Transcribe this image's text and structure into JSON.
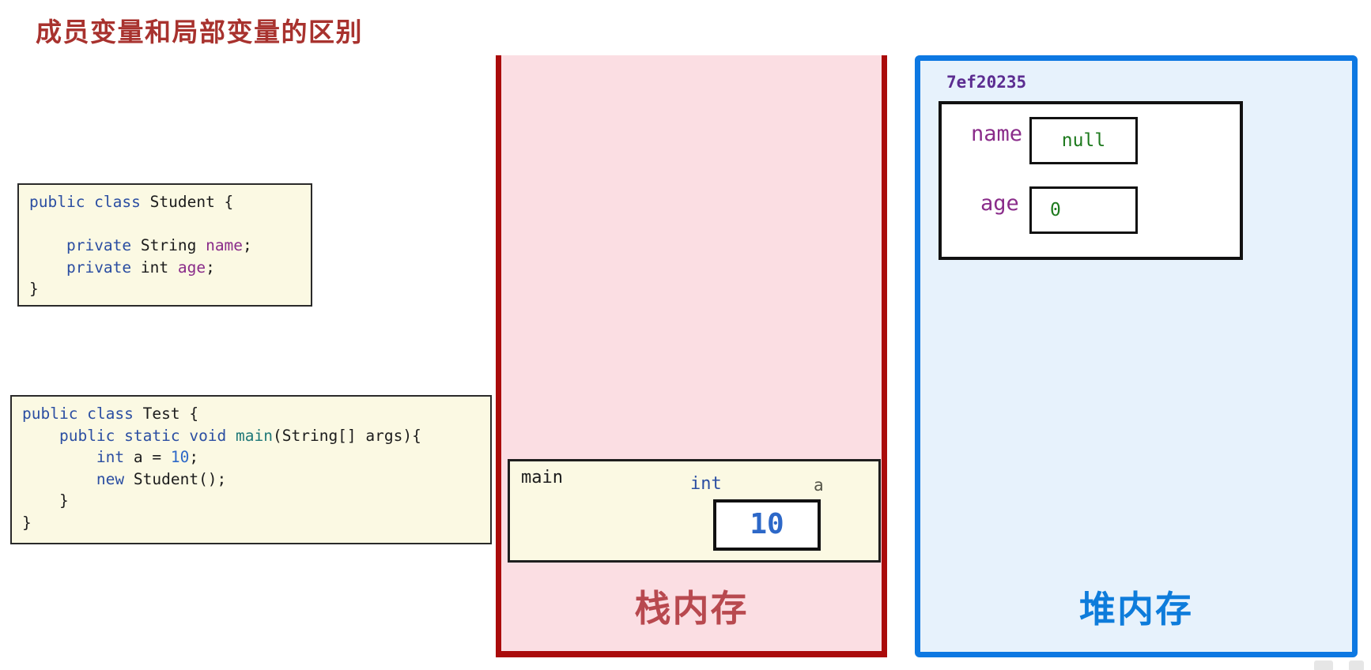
{
  "palette": {
    "title_red": "#A8322E",
    "kw": "#2B4EA2",
    "method": "#1F7878",
    "field": "#8A2C8A",
    "num": "#2D68C8",
    "plain": "#1C1C1C",
    "code_bg": "#FBF9E3",
    "stack_fill": "#FBDEE3",
    "stack_border": "#AA0B0B",
    "stack_label": "#B8494F",
    "heap_fill": "#E7F2FC",
    "heap_border": "#0D78E2",
    "heap_label": "#0E7CDB",
    "addr_purple": "#5C2D91",
    "value_green": "#1E7A1E",
    "var_label": "#56564A"
  },
  "title": "成员变量和局部变量的区别",
  "student_code": {
    "lines": [
      [
        {
          "t": "public class ",
          "s": "kw"
        },
        {
          "t": "Student {"
        }
      ],
      [],
      [
        {
          "t": "    "
        },
        {
          "t": "private ",
          "s": "kw"
        },
        {
          "t": "String "
        },
        {
          "t": "name",
          "s": "field"
        },
        {
          "t": ";"
        }
      ],
      [
        {
          "t": "    "
        },
        {
          "t": "private ",
          "s": "kw"
        },
        {
          "t": "int "
        },
        {
          "t": "age",
          "s": "field"
        },
        {
          "t": ";"
        }
      ],
      [
        {
          "t": "}"
        }
      ]
    ]
  },
  "test_code": {
    "lines": [
      [
        {
          "t": "public class ",
          "s": "kw"
        },
        {
          "t": "Test {"
        }
      ],
      [
        {
          "t": "    "
        },
        {
          "t": "public static void ",
          "s": "kw"
        },
        {
          "t": "main",
          "s": "method"
        },
        {
          "t": "(String[] args){"
        }
      ],
      [
        {
          "t": "        "
        },
        {
          "t": "int ",
          "s": "kw"
        },
        {
          "t": "a = "
        },
        {
          "t": "10",
          "s": "num"
        },
        {
          "t": ";"
        }
      ],
      [
        {
          "t": "        "
        },
        {
          "t": "new ",
          "s": "kw"
        },
        {
          "t": "Student();"
        }
      ],
      [
        {
          "t": "    }"
        }
      ],
      [
        {
          "t": "}"
        }
      ]
    ]
  },
  "stack": {
    "label": "栈内存",
    "frame": {
      "name": "main",
      "variable": {
        "type": "int",
        "name": "a",
        "value": "10"
      }
    }
  },
  "heap": {
    "label": "堆内存",
    "address": "7ef20235",
    "object": {
      "fields": [
        {
          "name": "name",
          "value": "null"
        },
        {
          "name": "age",
          "value": "0"
        }
      ]
    }
  }
}
